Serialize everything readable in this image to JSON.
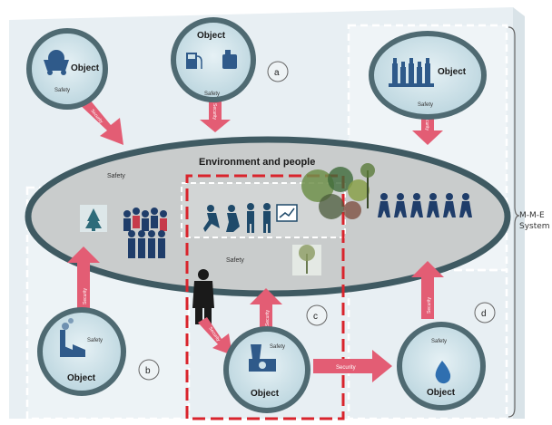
{
  "center": {
    "title": "Environment and people",
    "safety_upper": "Safety",
    "safety_lower": "Safety"
  },
  "objects": [
    {
      "id": "top-left",
      "label": "Object",
      "safety": "Safety",
      "icon": "mine-cart-icon"
    },
    {
      "id": "top-center",
      "label": "Object",
      "safety": "Safety",
      "icon": "fuel-pump-canister-icon"
    },
    {
      "id": "top-right",
      "label": "Object",
      "safety": "Safety",
      "icon": "factory-bottles-icon"
    },
    {
      "id": "bottom-left",
      "label": "Object",
      "safety": "Safety",
      "icon": "factory-smoke-icon"
    },
    {
      "id": "bottom-center",
      "label": "Object",
      "safety": "Safety",
      "icon": "nuclear-plant-icon"
    },
    {
      "id": "bottom-right",
      "label": "Object",
      "safety": "Safety",
      "icon": "water-drop-icon"
    }
  ],
  "arrows": {
    "security_label": "Security"
  },
  "markers": {
    "a": "a",
    "b": "b",
    "c": "c",
    "d": "d"
  },
  "system_label": {
    "line1": "M-M-E",
    "line2": "System"
  },
  "colors": {
    "background": "#e8eff3",
    "ellipse_fill": "#c9cccc",
    "ellipse_stroke": "#3f5a62",
    "circle_fill": "#cfe3ea",
    "circle_stroke": "#4f6a72",
    "arrow": "#e35d74",
    "red_dash": "#d9242c",
    "icon_blue": "#2f5a8a"
  }
}
